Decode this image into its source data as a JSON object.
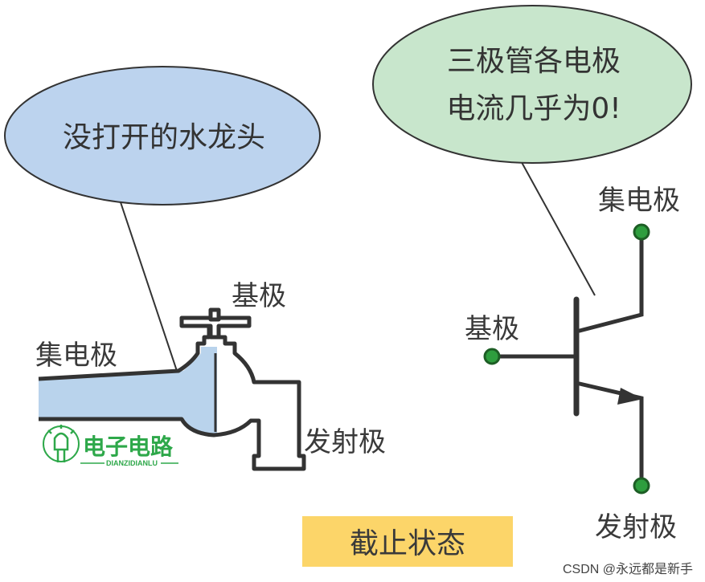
{
  "faucet_bubble": {
    "text": "没打开的水龙头",
    "fill": "#bcd3ee"
  },
  "transistor_bubble": {
    "line1": "三极管各电极",
    "line2": "电流几乎为0!",
    "fill": "#c8e6cc"
  },
  "faucet_labels": {
    "base": "基极",
    "collector": "集电极",
    "emitter": "发射极"
  },
  "transistor_labels": {
    "collector": "集电极",
    "base": "基极",
    "emitter": "发射极"
  },
  "state_box": {
    "text": "截止状态",
    "fill": "#fcd569"
  },
  "logo": {
    "text": "电子电路",
    "subtext": "DIANZIDIANLU",
    "color": "#2ea84a"
  },
  "watermark": {
    "text": "CSDN @永远都是新手"
  },
  "colors": {
    "pipe": "#b9d3ec",
    "stroke": "#333333",
    "terminal": "#2e9e3e"
  }
}
